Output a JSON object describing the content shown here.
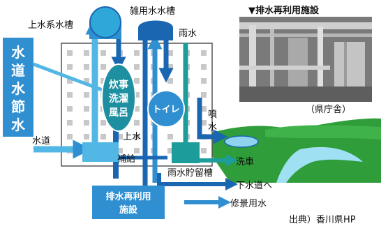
{
  "labels": {
    "upper_tank": "上水系水槽",
    "misc_tank": "雑用水水槽",
    "rain": "雨水",
    "side_title": [
      "水",
      "道",
      "水",
      "節",
      "水"
    ],
    "uses": [
      "炊事",
      "洗濯",
      "風呂"
    ],
    "toilet": "トイレ",
    "spray": [
      "噴",
      "水"
    ],
    "city_water": "水道",
    "upper_water": "上水",
    "supply": "補給",
    "rain_storage": "雨水貯留槽",
    "car_wash": "洗車",
    "sewer": "下水道へ",
    "reuse_facility": [
      "排水再利用",
      "施設"
    ],
    "landscape_water": "修景用水"
  },
  "photo": {
    "caption": "▼排水再利用施設",
    "label": "（県庁舎）"
  },
  "source": "出典）香川県HP",
  "colors": {
    "dark_blue": "#1a66b0",
    "mid_blue": "#2f8fd0",
    "light_blue": "#52b7e5",
    "teal": "#1d9c9c",
    "green": "#2f9d3a"
  }
}
